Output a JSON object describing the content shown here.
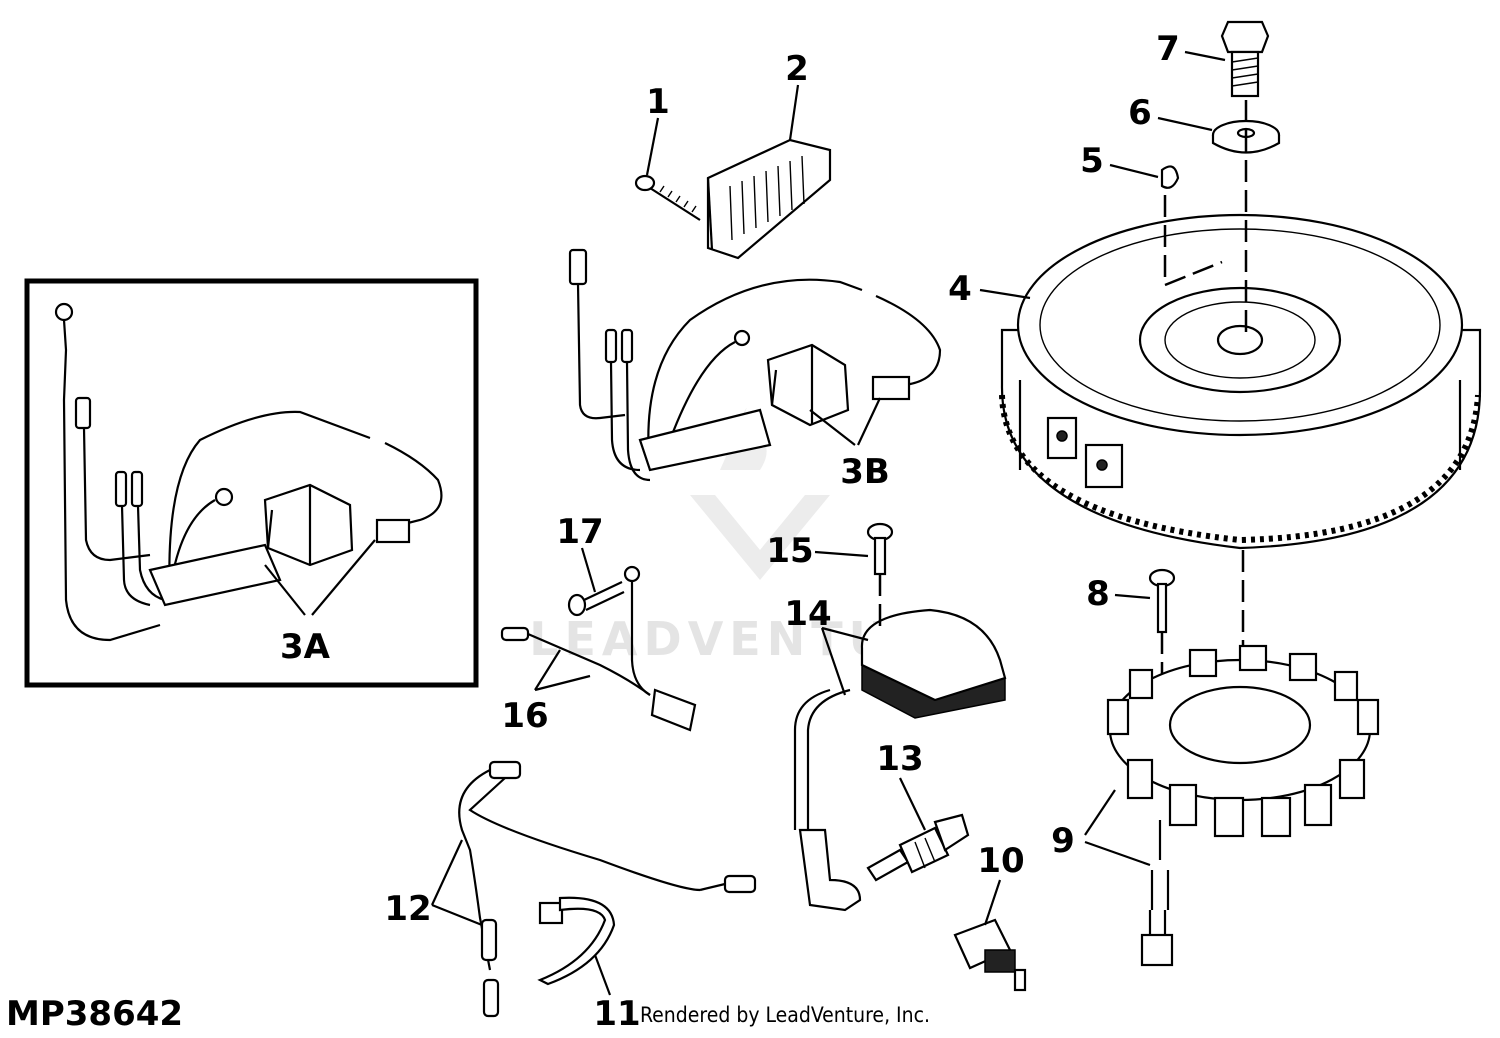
{
  "figure": {
    "id": "MP38642",
    "credit": "Rendered by LeadVenture, Inc.",
    "watermark_text": "LEADVENTURE"
  },
  "callouts": {
    "c1": "1",
    "c2": "2",
    "c3A": "3A",
    "c3B": "3B",
    "c4": "4",
    "c5": "5",
    "c6": "6",
    "c7": "7",
    "c8": "8",
    "c9": "9",
    "c10": "10",
    "c11": "11",
    "c12": "12",
    "c13": "13",
    "c14": "14",
    "c15": "15",
    "c16": "16",
    "c17": "17"
  }
}
